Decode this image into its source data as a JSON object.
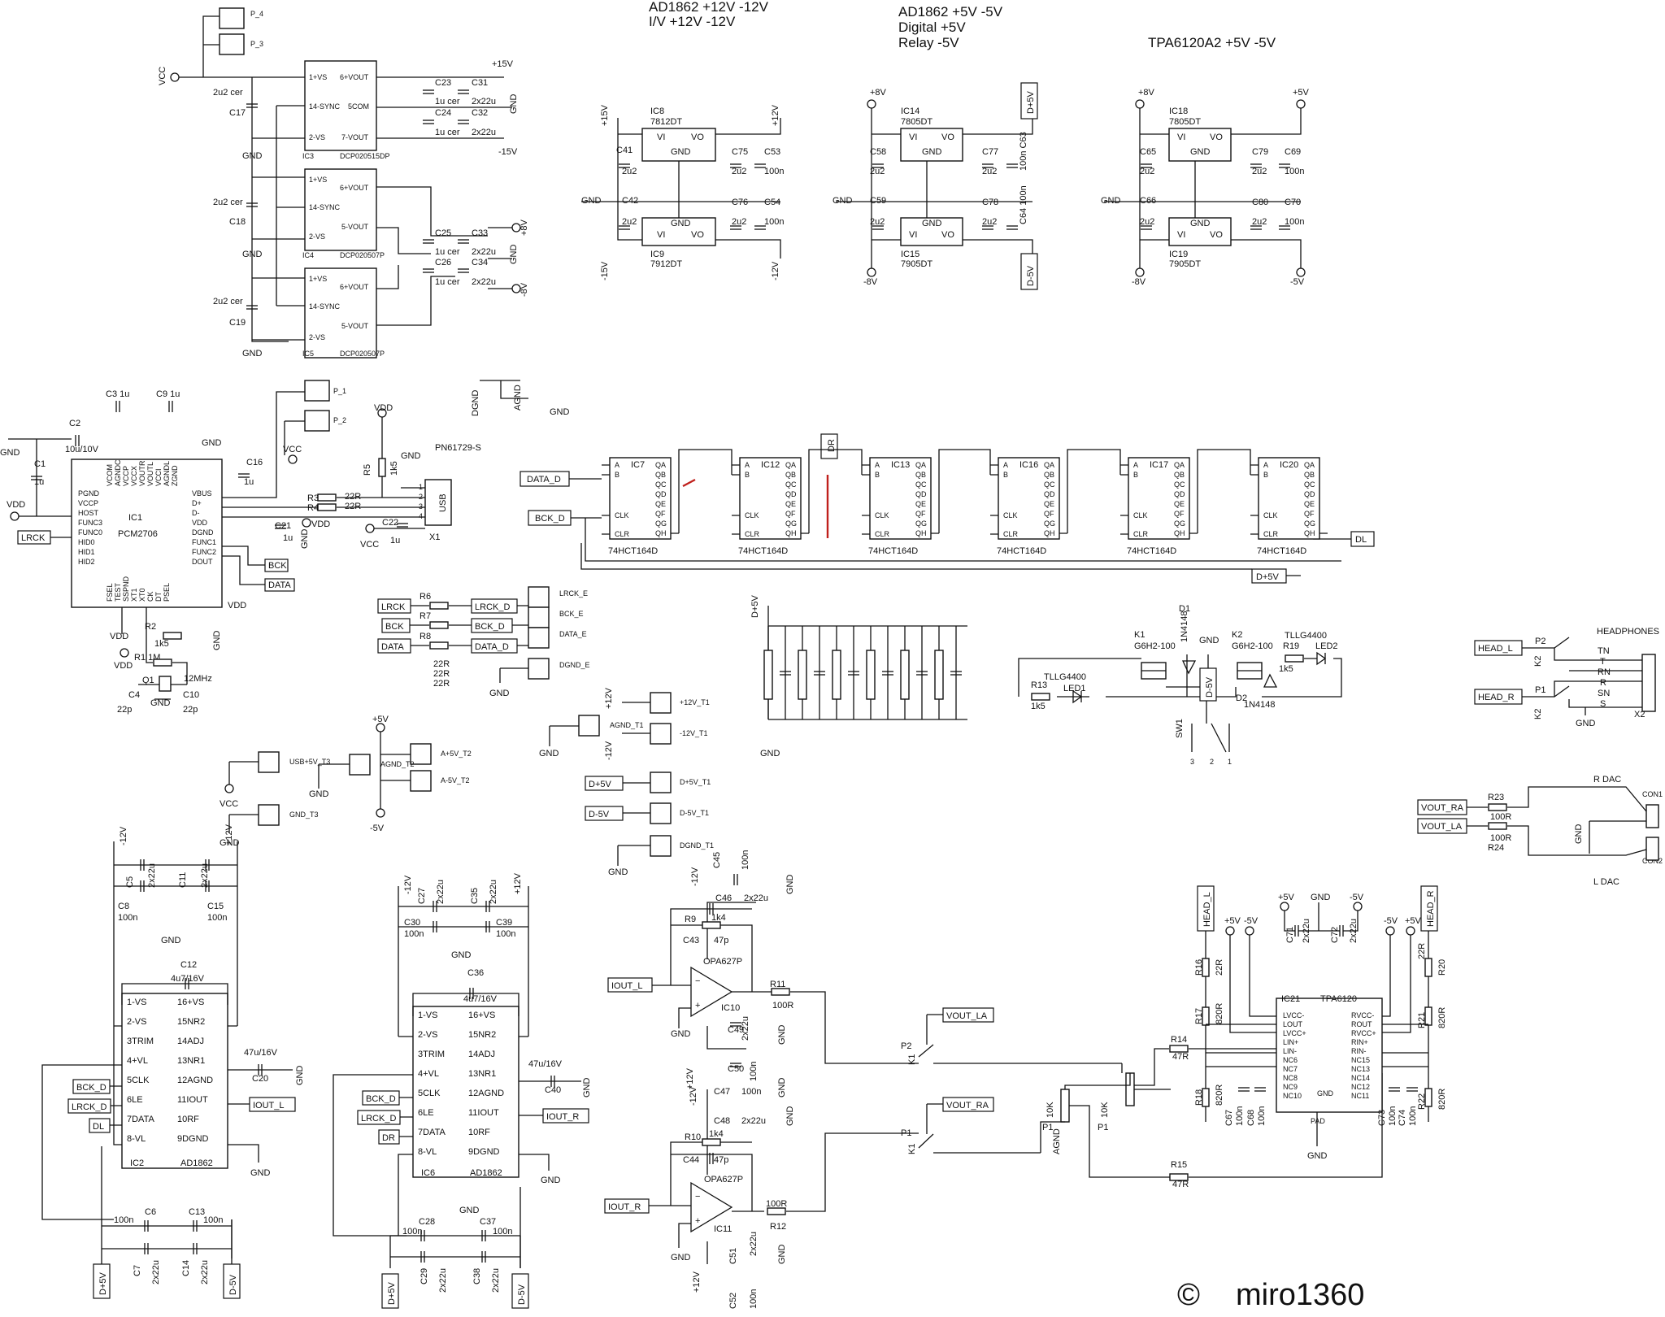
{
  "notes": {
    "ad1862_rails": "AD1862 +12V -12V",
    "iv_rails": "I/V +12V -12V",
    "ad1862_digital": "AD1862 +5V -5V",
    "digital": "Digital +5V",
    "relay": "Relay -5V",
    "tpa": "TPA6120A2 +5V -5V"
  },
  "copyright": {
    "symbol": "©",
    "author": "miro1360"
  },
  "nets": [
    "VCC",
    "GND",
    "+15V",
    "-15V",
    "+8V",
    "-8V",
    "+12V",
    "-12V",
    "+5V",
    "-5V",
    "D+5V",
    "D-5V",
    "AGND",
    "DGND",
    "VDD",
    "LRCK",
    "BCK",
    "DATA",
    "LRCK_D",
    "BCK_D",
    "DATA_D",
    "DL",
    "DR",
    "IOUT_L",
    "IOUT_R",
    "VOUT_LA",
    "VOUT_RA",
    "HEAD_L",
    "HEAD_R"
  ],
  "components": {
    "IC3": {
      "name": "IC3",
      "part": "DCP020515DP",
      "pins": [
        "1+VS",
        "14-SYNC",
        "2-VS",
        "6+VOUT",
        "5COM",
        "7-VOUT"
      ]
    },
    "IC4": {
      "name": "IC4",
      "part": "DCP020507P",
      "pins": [
        "1+VS",
        "14-SYNC",
        "2-VS",
        "6+VOUT",
        "5-VOUT"
      ]
    },
    "IC5": {
      "name": "IC5",
      "part": "DCP020507P",
      "pins": [
        "1+VS",
        "14-SYNC",
        "2-VS",
        "6+VOUT",
        "5-VOUT"
      ]
    },
    "IC1": {
      "name": "IC1",
      "part": "PCM2706",
      "left_pins": [
        "PGND",
        "VCCP",
        "HOST",
        "FUNC3",
        "FUNC0",
        "HID0",
        "HID1",
        "HID2"
      ],
      "right_pins": [
        "VBUS",
        "D+",
        "D-",
        "VDD",
        "DGND",
        "FUNC1",
        "FUNC2",
        "DOUT"
      ],
      "top_pins": [
        "VCOM",
        "AGNDC",
        "VCCP",
        "VCCX",
        "VOUTR",
        "VOUTL",
        "VCCI",
        "AGNDL",
        "ZGND"
      ],
      "bottom_pins": [
        "FSEL",
        "TEST",
        "SSPND",
        "XT1",
        "XT0",
        "CK",
        "DT",
        "PSEL"
      ]
    },
    "IC8": {
      "name": "IC8",
      "part": "7812DT"
    },
    "IC9": {
      "name": "IC9",
      "part": "7912DT"
    },
    "IC14": {
      "name": "IC14",
      "part": "7805DT"
    },
    "IC15": {
      "name": "IC15",
      "part": "7905DT"
    },
    "IC18": {
      "name": "IC18",
      "part": "7805DT"
    },
    "IC19": {
      "name": "IC19",
      "part": "7905DT"
    },
    "reg_pins": {
      "vi": "VI",
      "vo": "VO",
      "gnd": "GND"
    },
    "shift_regs": [
      {
        "name": "IC7",
        "part": "74HCT164D"
      },
      {
        "name": "IC12",
        "part": "74HCT164D"
      },
      {
        "name": "IC13",
        "part": "74HCT164D"
      },
      {
        "name": "IC16",
        "part": "74HCT164D"
      },
      {
        "name": "IC17",
        "part": "74HCT164D"
      },
      {
        "name": "IC20",
        "part": "74HCT164D"
      }
    ],
    "shift_pins_left": [
      "A",
      "B",
      "CLK",
      "CLR"
    ],
    "shift_pins_right": [
      "QA",
      "QB",
      "QC",
      "QD",
      "QE",
      "QF",
      "QG",
      "QH"
    ],
    "IC2": {
      "name": "IC2",
      "part": "AD1862"
    },
    "IC6": {
      "name": "IC6",
      "part": "AD1862"
    },
    "ad1862_left": [
      "1-VS",
      "2-VS",
      "3TRIM",
      "4+VL",
      "5CLK",
      "6LE",
      "7DATA",
      "8-VL"
    ],
    "ad1862_right": [
      "16+VS",
      "15NR2",
      "14ADJ",
      "13NR1",
      "12AGND",
      "11IOUT",
      "10RF",
      "9DGND"
    ],
    "IC10": {
      "name": "IC10",
      "part": "OPA627P"
    },
    "IC11": {
      "name": "IC11",
      "part": "OPA627P"
    },
    "IC21": {
      "name": "IC21",
      "part": "TPA6120",
      "left_pins": [
        "LVCC-",
        "LOUT",
        "LVCC+",
        "LIN+",
        "LIN-",
        "NC6",
        "NC7",
        "NC8",
        "NC9",
        "NC10"
      ],
      "right_pins": [
        "RVCC-",
        "ROUT",
        "RVCC+",
        "RIN+",
        "RIN-",
        "NC15",
        "NC13",
        "NC14",
        "NC12",
        "NC11"
      ]
    },
    "X1": {
      "name": "X1",
      "part": "PN61729-S",
      "label": "USB"
    },
    "X2": {
      "name": "X2",
      "label": "HEADPHONES"
    },
    "K1": {
      "name": "K1",
      "part": "G6H2-100"
    },
    "K2": {
      "name": "K2",
      "part": "G6H2-100"
    },
    "D1": {
      "name": "D1",
      "part": "1N4148"
    },
    "D2": {
      "name": "D2",
      "part": "1N4148"
    },
    "LED1": {
      "name": "LED1",
      "part": "TLLG4400"
    },
    "LED2": {
      "name": "LED2",
      "part": "TLLG4400"
    },
    "Q1": {
      "name": "Q1",
      "value": "12MHz"
    },
    "P1": {
      "name": "P1",
      "value": "10K"
    },
    "SW1": {
      "name": "SW1"
    },
    "CON1": {
      "name": "CON1",
      "label": "R DAC"
    },
    "CON2": {
      "name": "CON2",
      "label": "L DAC"
    }
  }
}
